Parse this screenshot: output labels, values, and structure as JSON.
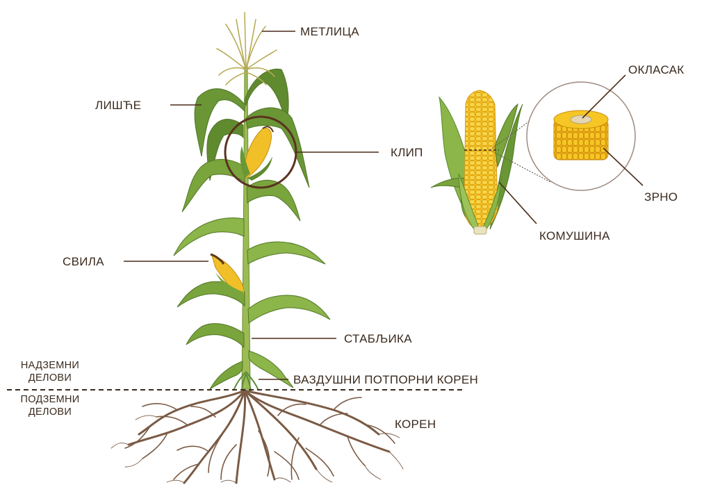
{
  "labels": {
    "tassel": "МЕТЛИЦА",
    "leaves": "ЛИШЋЕ",
    "ear": "КЛИП",
    "silk": "СВИЛА",
    "stalk": "СТАБЉИКА",
    "prop_roots": "ВАЗДУШНИ ПОТПОРНИ КОРЕН",
    "roots": "КОРЕН",
    "above_ground": "НАДЗЕМНИ\nДЕЛОВИ",
    "below_ground": "ПОДЗЕМНИ\nДЕЛОВИ",
    "cob": "ОКЛАСАК",
    "kernel": "ЗРНО",
    "husk": "КОМУШИНА"
  },
  "colors": {
    "label_text": "#3a2a1e",
    "leader_line": "#4a2c18",
    "leaf_dark": "#5f8a2e",
    "leaf_light": "#8cb54a",
    "stalk": "#9dbb55",
    "kernel": "#f2c020",
    "kernel_dark": "#d99a10",
    "root": "#7a5a44",
    "tassel": "#c9c070",
    "ground_line": "#3b2a1c"
  }
}
